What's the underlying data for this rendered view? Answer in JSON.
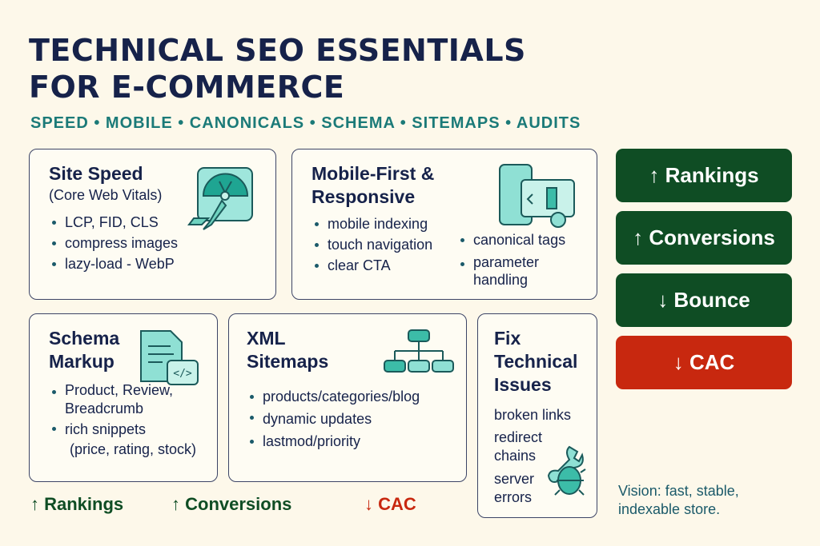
{
  "title": "TECHNICAL SEO ESSENTIALS FOR E-COMMERCE",
  "subtitle": "SPEED • MOBILE • CANONICALS • SCHEMA  • SITEMAPS • AUDITS",
  "cards": {
    "speed": {
      "title": "Site Speed",
      "sub": "(Core Web Vitals)",
      "items": [
        "LCP, FID, CLS",
        "compress images",
        "lazy-load - WebP"
      ],
      "icon": "speedometer-rocket-icon"
    },
    "mobile": {
      "title_1": "Mobile-First &",
      "title_2": "Responsive",
      "items": [
        "mobile indexing",
        "touch navigation",
        "clear CTA"
      ],
      "items_right": [
        "canonical tags",
        "parameter",
        "handling"
      ],
      "icon": "mobile-devices-icon"
    },
    "schema": {
      "title_1": "Schema",
      "title_2": "Markup",
      "items": [
        "Product, Review,",
        "Breadcrumb",
        "rich snippets",
        "(price, rating, stock)"
      ],
      "icon": "code-document-icon"
    },
    "sitemaps": {
      "title_1": "XML",
      "title_2": "Sitemaps",
      "items": [
        "products/categories/blog",
        "dynamic updates",
        "lastmod/priority"
      ],
      "icon": "sitemap-tree-icon"
    },
    "fix": {
      "title_1": "Fix",
      "title_2": "Technical",
      "title_3": "Issues",
      "items": [
        "broken links",
        "redirect",
        "chains",
        "server",
        "errors"
      ],
      "icon": "wrench-bug-icon"
    }
  },
  "badges": [
    "↑ Rankings",
    "↑ Conversions",
    "↓ Bounce",
    "↓ CAC"
  ],
  "bottom": [
    "↑ Rankings",
    "↑ Conversions",
    "↓ CAC"
  ],
  "vision": "Vision: fast, stable, indexable store.",
  "colors": {
    "navy": "#16224a",
    "teal": "#1b7a78",
    "green": "#0f4d24",
    "red": "#c8280f",
    "bg": "#fdf8ea"
  }
}
